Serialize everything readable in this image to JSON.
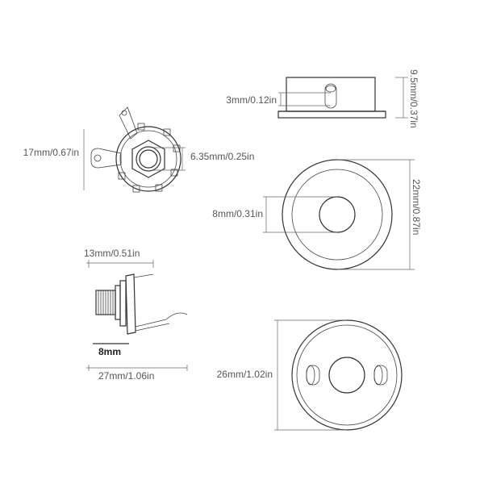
{
  "colors": {
    "line": "#333333",
    "dimension": "#666666",
    "text": "#555555",
    "background": "#ffffff"
  },
  "labels": {
    "pin_diameter": "3mm/0.12in",
    "cup_height": "9.5mm/0.37in",
    "jack_height": "17mm/0.67in",
    "jack_hole": "6.35mm/0.25in",
    "plate_hole": "8mm/0.31in",
    "plate_diameter": "22mm/0.87in",
    "thread_length": "13mm/0.51in",
    "nut_width": "8mm",
    "jack_length": "27mm/1.06in",
    "cup_diameter": "26mm/1.02in"
  }
}
